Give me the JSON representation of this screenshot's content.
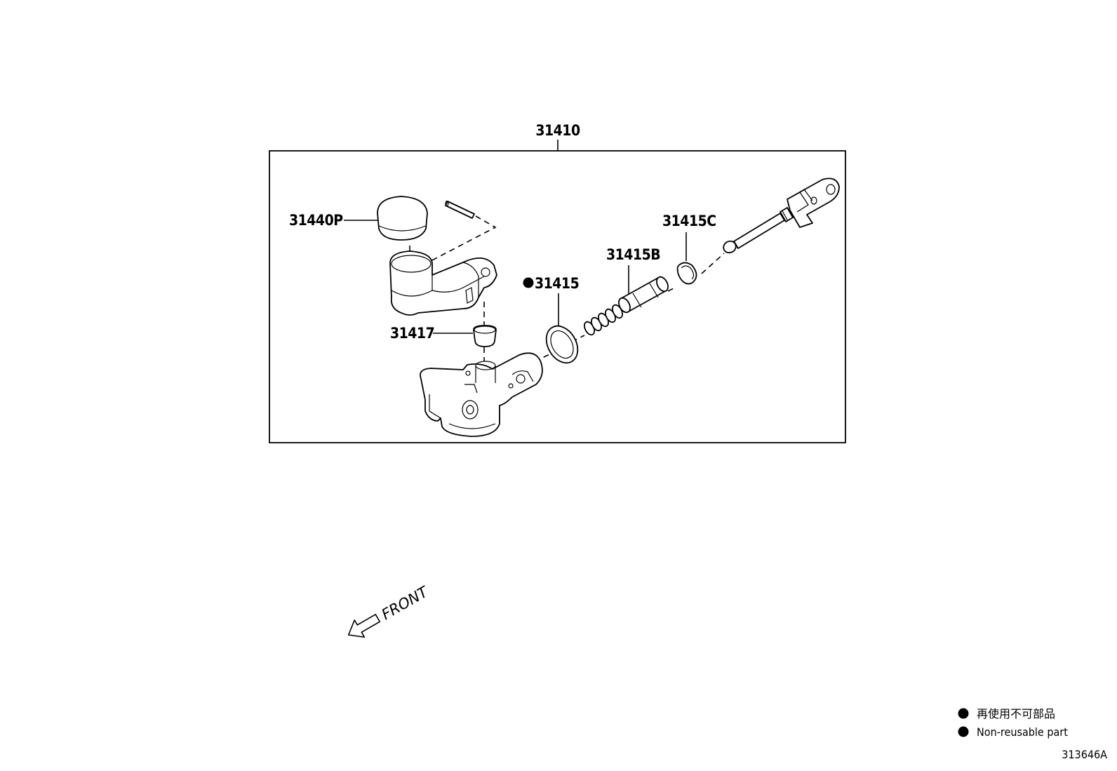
{
  "assembly": {
    "label": "31410"
  },
  "parts": [
    {
      "id": "31440P",
      "label": "31440P",
      "non_reusable": false
    },
    {
      "id": "31417",
      "label": "31417",
      "non_reusable": false
    },
    {
      "id": "31415",
      "label": "31415",
      "non_reusable": true
    },
    {
      "id": "31415B",
      "label": "31415B",
      "non_reusable": false
    },
    {
      "id": "31415C",
      "label": "31415C",
      "non_reusable": false
    }
  ],
  "front_indicator": {
    "label": "FRONT"
  },
  "legend": {
    "items": [
      {
        "symbol": "filled-circle",
        "text": "再使用不可部品"
      },
      {
        "symbol": "filled-circle",
        "text": "Non-reusable part"
      }
    ]
  },
  "figure_id": "313646A"
}
